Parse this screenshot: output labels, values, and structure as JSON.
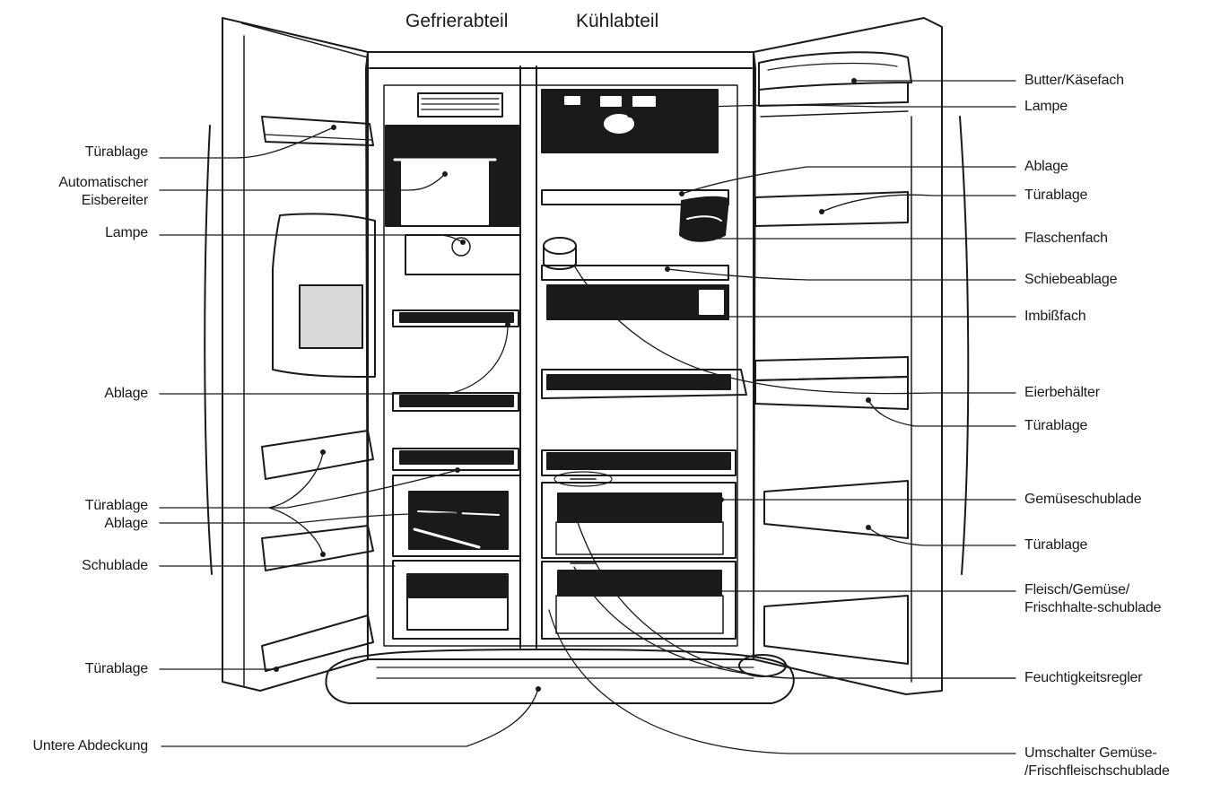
{
  "header": {
    "freezer": "Gefrierabteil",
    "fridge": "Kühlabteil"
  },
  "labels": {
    "left": [
      {
        "id": "tuerablage-1",
        "lines": [
          "Türablage"
        ]
      },
      {
        "id": "eisbereiter",
        "lines": [
          "Automatischer",
          "Eisbereiter"
        ]
      },
      {
        "id": "lampe-left",
        "lines": [
          "Lampe"
        ]
      },
      {
        "id": "ablage-left-1",
        "lines": [
          "Ablage"
        ]
      },
      {
        "id": "tuerablage-2",
        "lines": [
          "Türablage"
        ]
      },
      {
        "id": "ablage-left-2",
        "lines": [
          "Ablage"
        ]
      },
      {
        "id": "schublade",
        "lines": [
          "Schublade"
        ]
      },
      {
        "id": "tuerablage-3",
        "lines": [
          "Türablage"
        ]
      },
      {
        "id": "untere-abdeckung",
        "lines": [
          "Untere Abdeckung"
        ]
      }
    ],
    "right": [
      {
        "id": "butter-kaese",
        "lines": [
          "Butter/Käsefach"
        ]
      },
      {
        "id": "lampe-right",
        "lines": [
          "Lampe"
        ]
      },
      {
        "id": "ablage-right",
        "lines": [
          "Ablage"
        ]
      },
      {
        "id": "tuerablage-r1",
        "lines": [
          "Türablage"
        ]
      },
      {
        "id": "flaschenfach",
        "lines": [
          "Flaschenfach"
        ]
      },
      {
        "id": "schiebeablage",
        "lines": [
          "Schiebeablage"
        ]
      },
      {
        "id": "imbissfach",
        "lines": [
          "Imbißfach"
        ]
      },
      {
        "id": "eierbehaelter",
        "lines": [
          "Eierbehälter"
        ]
      },
      {
        "id": "tuerablage-r2",
        "lines": [
          "Türablage"
        ]
      },
      {
        "id": "gemueseschublade",
        "lines": [
          "Gemüseschublade"
        ]
      },
      {
        "id": "tuerablage-r3",
        "lines": [
          "Türablage"
        ]
      },
      {
        "id": "fleisch-gemuese",
        "lines": [
          "Fleisch/Gemüse/",
          "Frischhalte-schublade"
        ]
      },
      {
        "id": "feuchtigkeitsregler",
        "lines": [
          "Feuchtigkeitsregler"
        ]
      },
      {
        "id": "umschalter",
        "lines": [
          "Umschalter Gemüse-",
          "/Frischfleischschublade"
        ]
      }
    ]
  }
}
